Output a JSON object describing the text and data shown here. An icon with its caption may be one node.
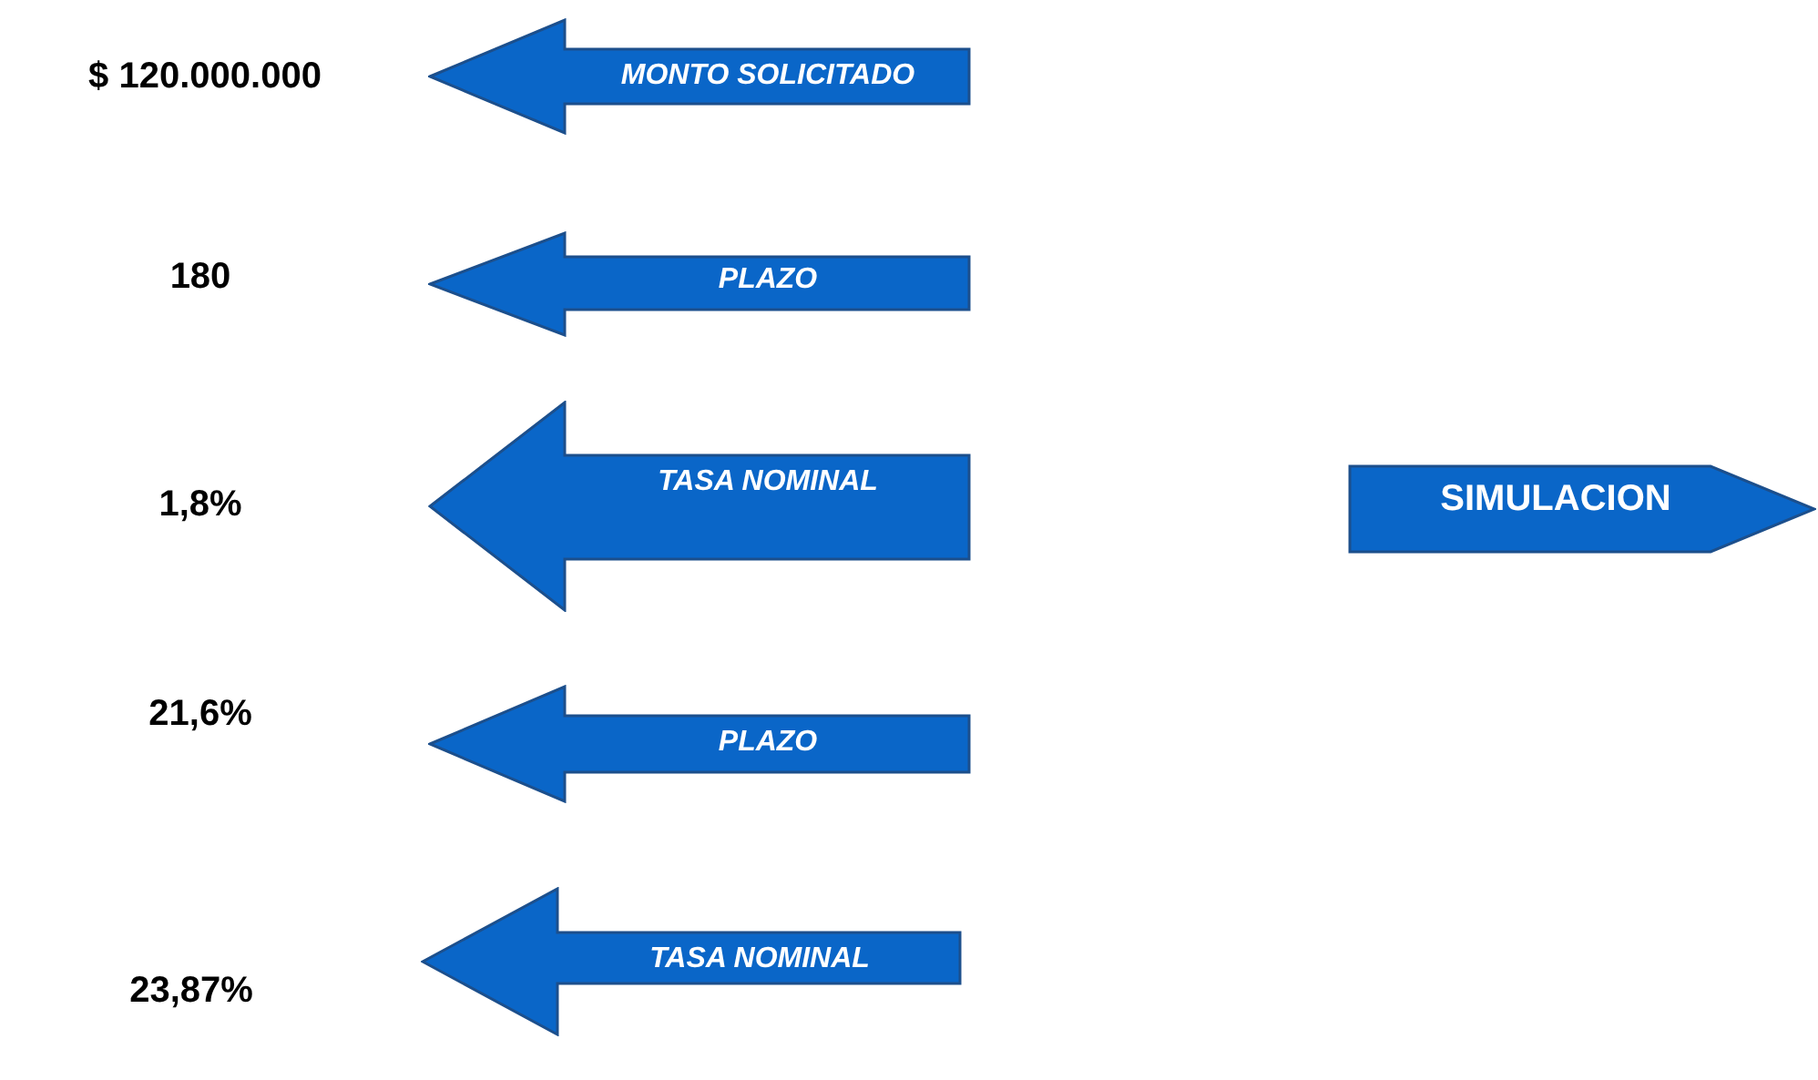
{
  "diagram": {
    "nodes": [
      {
        "text": [
          "MONTO SOLICITADO"
        ]
      },
      {
        "text": [
          "PLAZO"
        ]
      },
      {
        "text": [
          "TASA NOMINAL"
        ]
      },
      {
        "text": [
          "PLAZO"
        ]
      },
      {
        "text": [
          "TASA NOMINAL"
        ]
      },
      {
        "text": [
          "SIMULACION"
        ]
      }
    ],
    "labels": [
      "$ 120.000.000",
      "180",
      "1,8%",
      "21,6%",
      "23,87%"
    ]
  }
}
